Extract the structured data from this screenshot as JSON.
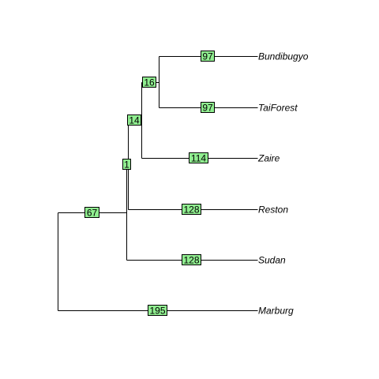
{
  "tree": {
    "tips": [
      {
        "name": "Bundibugyo"
      },
      {
        "name": "TaiForest"
      },
      {
        "name": "Zaire"
      },
      {
        "name": "Reston"
      },
      {
        "name": "Sudan"
      },
      {
        "name": "Marburg"
      }
    ],
    "edge_labels": {
      "root_to_ebola": "67",
      "ebola_to_zr_clade": "1",
      "zr_clade_to_zaire_clade": "14",
      "zaire_clade_to_bt": "16",
      "bundibugyo": "97",
      "taiforest": "97",
      "zaire": "114",
      "reston": "128",
      "sudan": "128",
      "marburg": "195"
    },
    "colors": {
      "label_fill": "#90ee90",
      "branch": "#000000"
    }
  }
}
